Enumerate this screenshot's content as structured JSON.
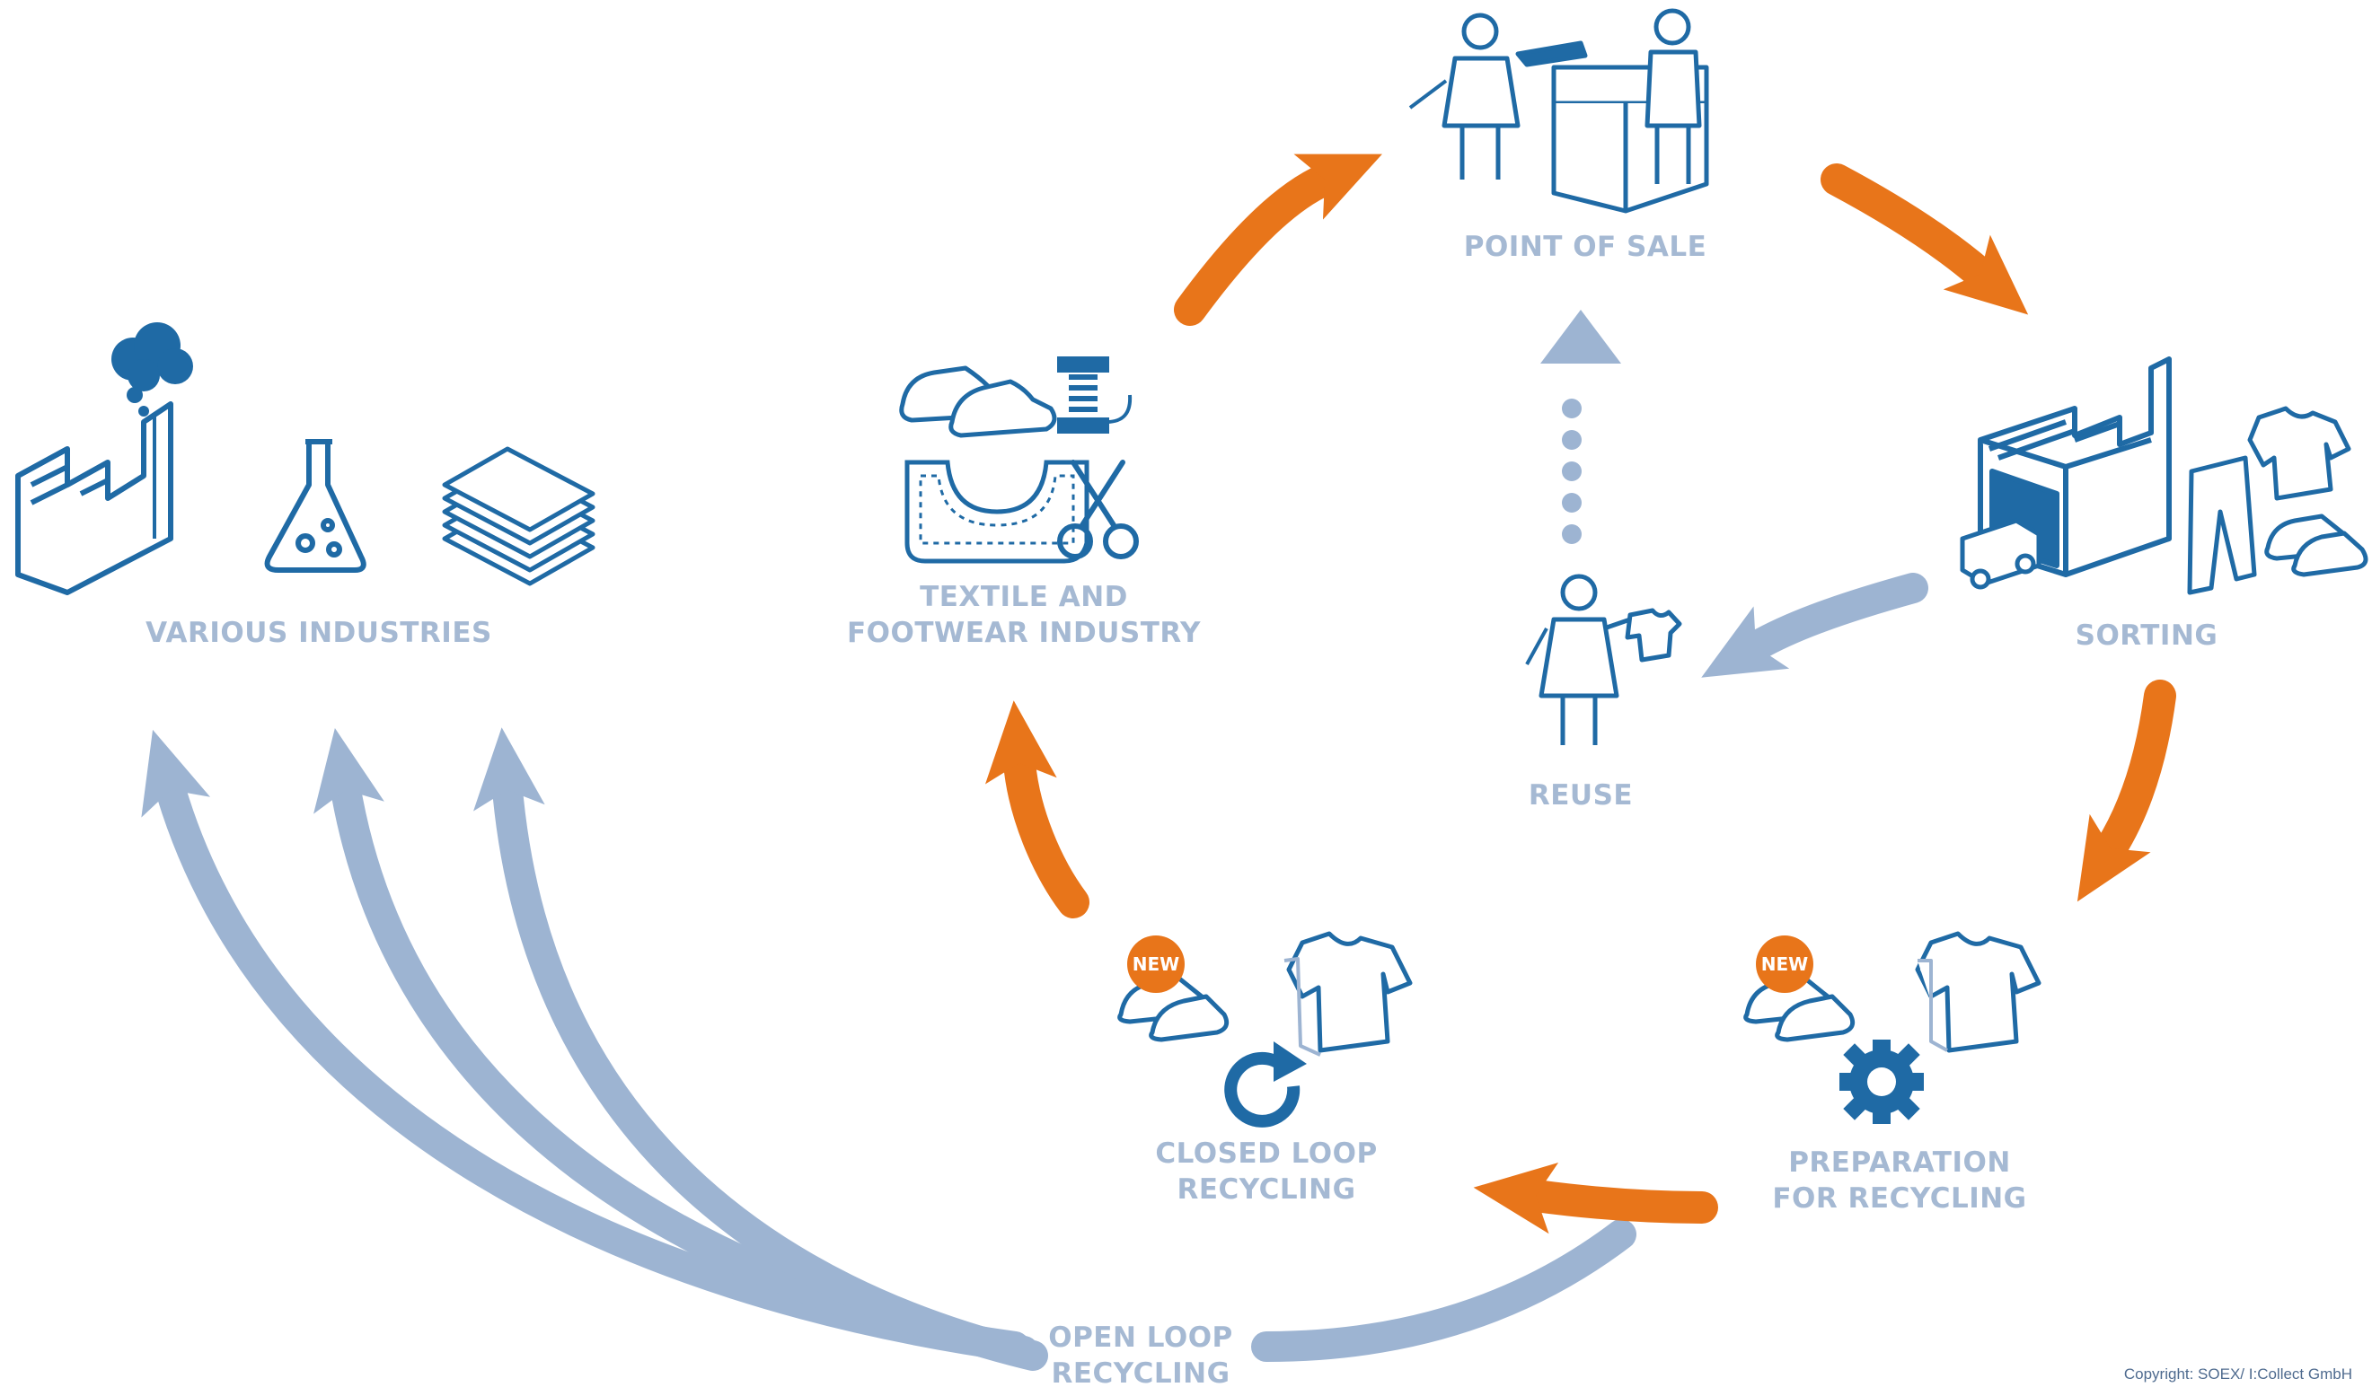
{
  "colors": {
    "accent_orange": "#e8751a",
    "icon_blue": "#1f6aa5",
    "arrow_light_blue": "#9db4d2",
    "label_grey_blue": "#a5b9d3"
  },
  "nodes": {
    "various_industries": {
      "label": "VARIOUS INDUSTRIES",
      "icons": [
        "factory-icon",
        "flask-icon",
        "fabric-stack-icon"
      ]
    },
    "textile_industry": {
      "line1": "TEXTILE AND",
      "line2": "FOOTWEAR INDUSTRY",
      "icons": [
        "shoe-icon",
        "thread-spool-icon",
        "fabric-pattern-icon",
        "scissors-icon"
      ]
    },
    "point_of_sale": {
      "label": "POINT OF SALE",
      "icons": [
        "shop-counter-icon"
      ]
    },
    "sorting": {
      "label": "SORTING",
      "icons": [
        "sorting-plant-icon",
        "truck-icon",
        "shirt-icon",
        "trousers-icon",
        "shoe-icon"
      ]
    },
    "reuse": {
      "label": "REUSE",
      "icons": [
        "person-with-shirt-icon"
      ]
    },
    "preparation": {
      "line1": "PREPARATION",
      "line2": "FOR RECYCLING",
      "badge": "NEW",
      "icons": [
        "shoe-icon",
        "shirt-icon",
        "gear-icon"
      ]
    },
    "closed_loop": {
      "line1": "CLOSED LOOP",
      "line2": "RECYCLING",
      "badge": "NEW",
      "icons": [
        "shoe-icon",
        "shirt-icon",
        "refresh-icon"
      ]
    },
    "open_loop": {
      "line1": "OPEN LOOP",
      "line2": "RECYCLING"
    }
  },
  "copyright": "Copyright: SOEX/ I:Collect GmbH"
}
